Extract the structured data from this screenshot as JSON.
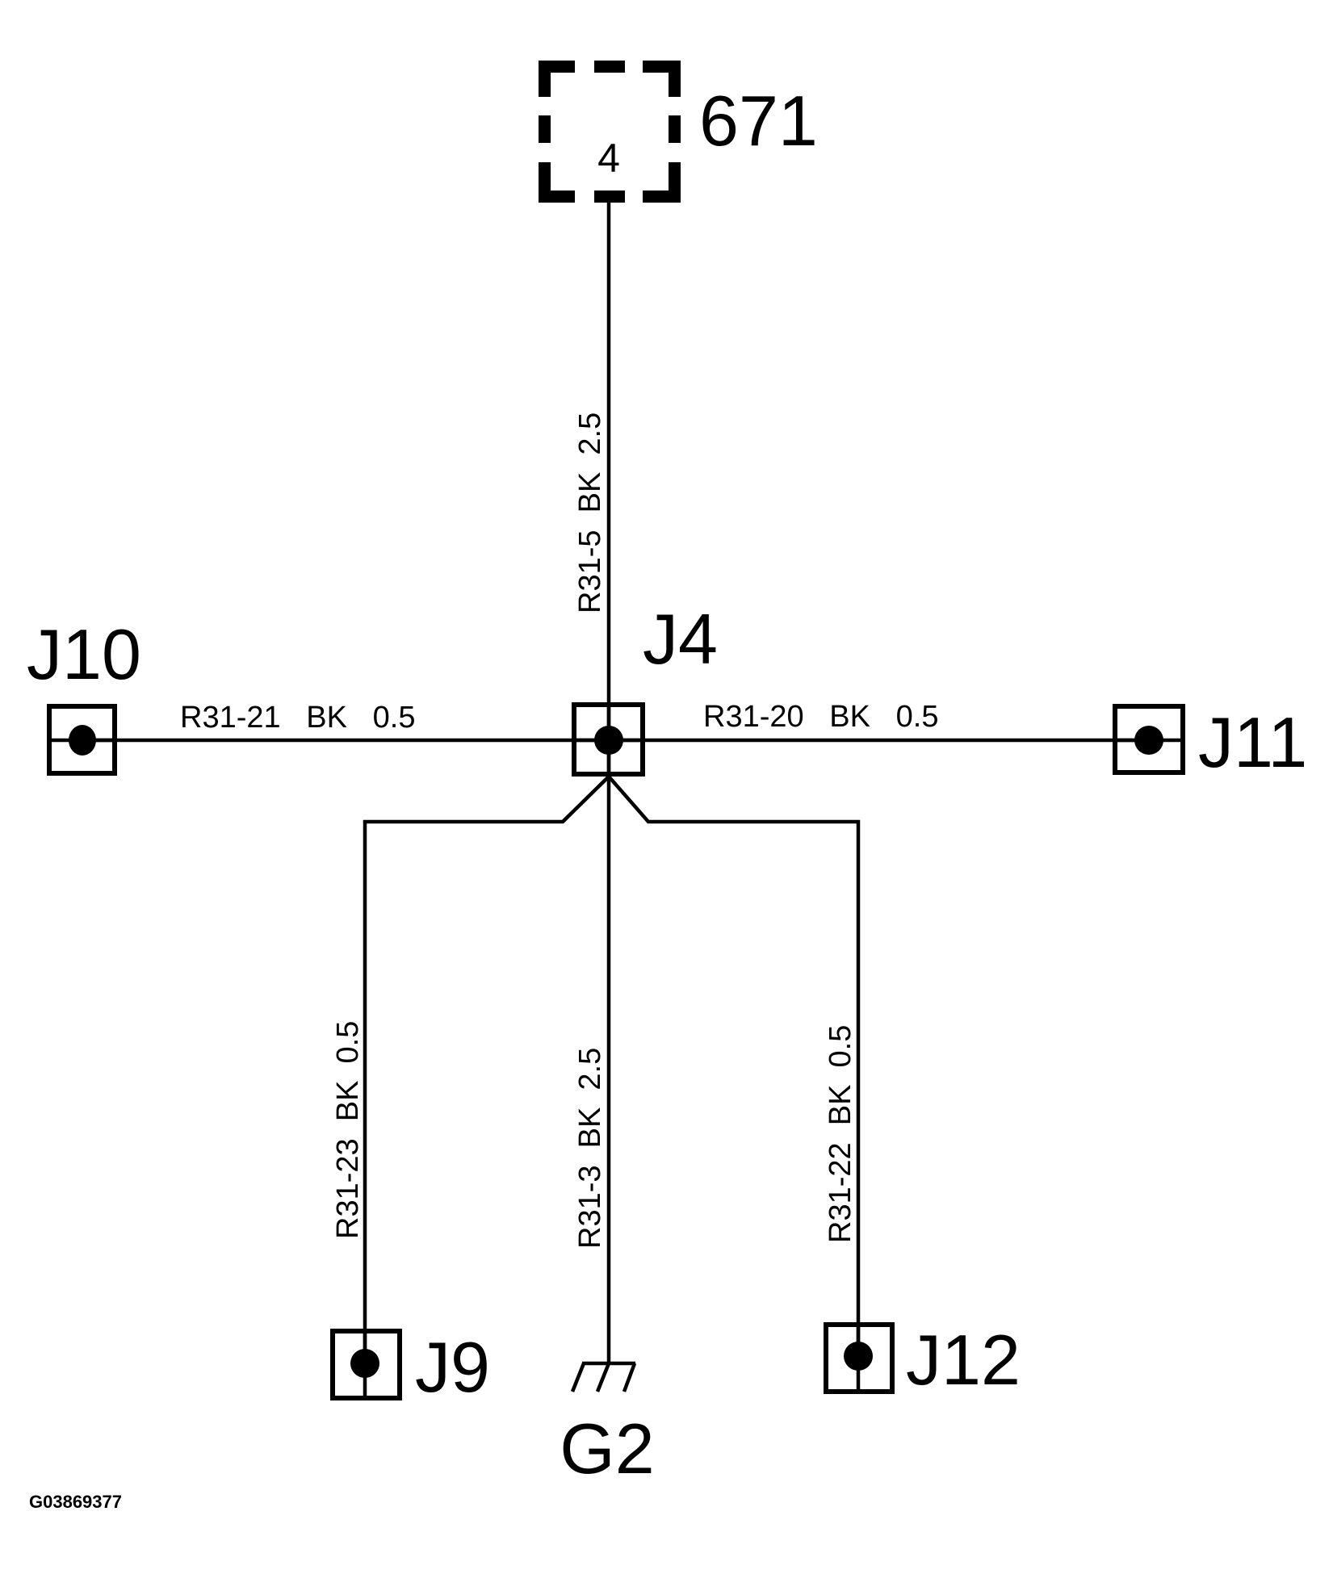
{
  "diagram": {
    "type": "wiring-schematic",
    "figure_id": "G03869377",
    "colors": {
      "line": "#000000",
      "background": "#ffffff"
    },
    "component": {
      "ref": "671",
      "pin": "4",
      "style": "dashed-box"
    },
    "splice": {
      "ref": "J4"
    },
    "ground": {
      "ref": "G2",
      "icon": "ground-icon"
    },
    "connectors": [
      {
        "ref": "J10",
        "position": "left"
      },
      {
        "ref": "J11",
        "position": "right"
      },
      {
        "ref": "J9",
        "position": "bottom-left"
      },
      {
        "ref": "J12",
        "position": "bottom-right"
      }
    ],
    "wires": [
      {
        "id": "R31-5",
        "color": "BK",
        "gauge": "2.5",
        "label": "R31-5  BK  2.5",
        "from": "671 pin 4",
        "to": "J4"
      },
      {
        "id": "R31-21",
        "color": "BK",
        "gauge": "0.5",
        "label": "R31-21   BK   0.5",
        "from": "J4",
        "to": "J10"
      },
      {
        "id": "R31-20",
        "color": "BK",
        "gauge": "0.5",
        "label": "R31-20   BK   0.5",
        "from": "J4",
        "to": "J11"
      },
      {
        "id": "R31-23",
        "color": "BK",
        "gauge": "0.5",
        "label": "R31-23  BK  0.5",
        "from": "J4",
        "to": "J9"
      },
      {
        "id": "R31-3",
        "color": "BK",
        "gauge": "2.5",
        "label": "R31-3  BK  2.5",
        "from": "J4",
        "to": "G2"
      },
      {
        "id": "R31-22",
        "color": "BK",
        "gauge": "0.5",
        "label": "R31-22  BK  0.5",
        "from": "J4",
        "to": "J12"
      }
    ]
  }
}
